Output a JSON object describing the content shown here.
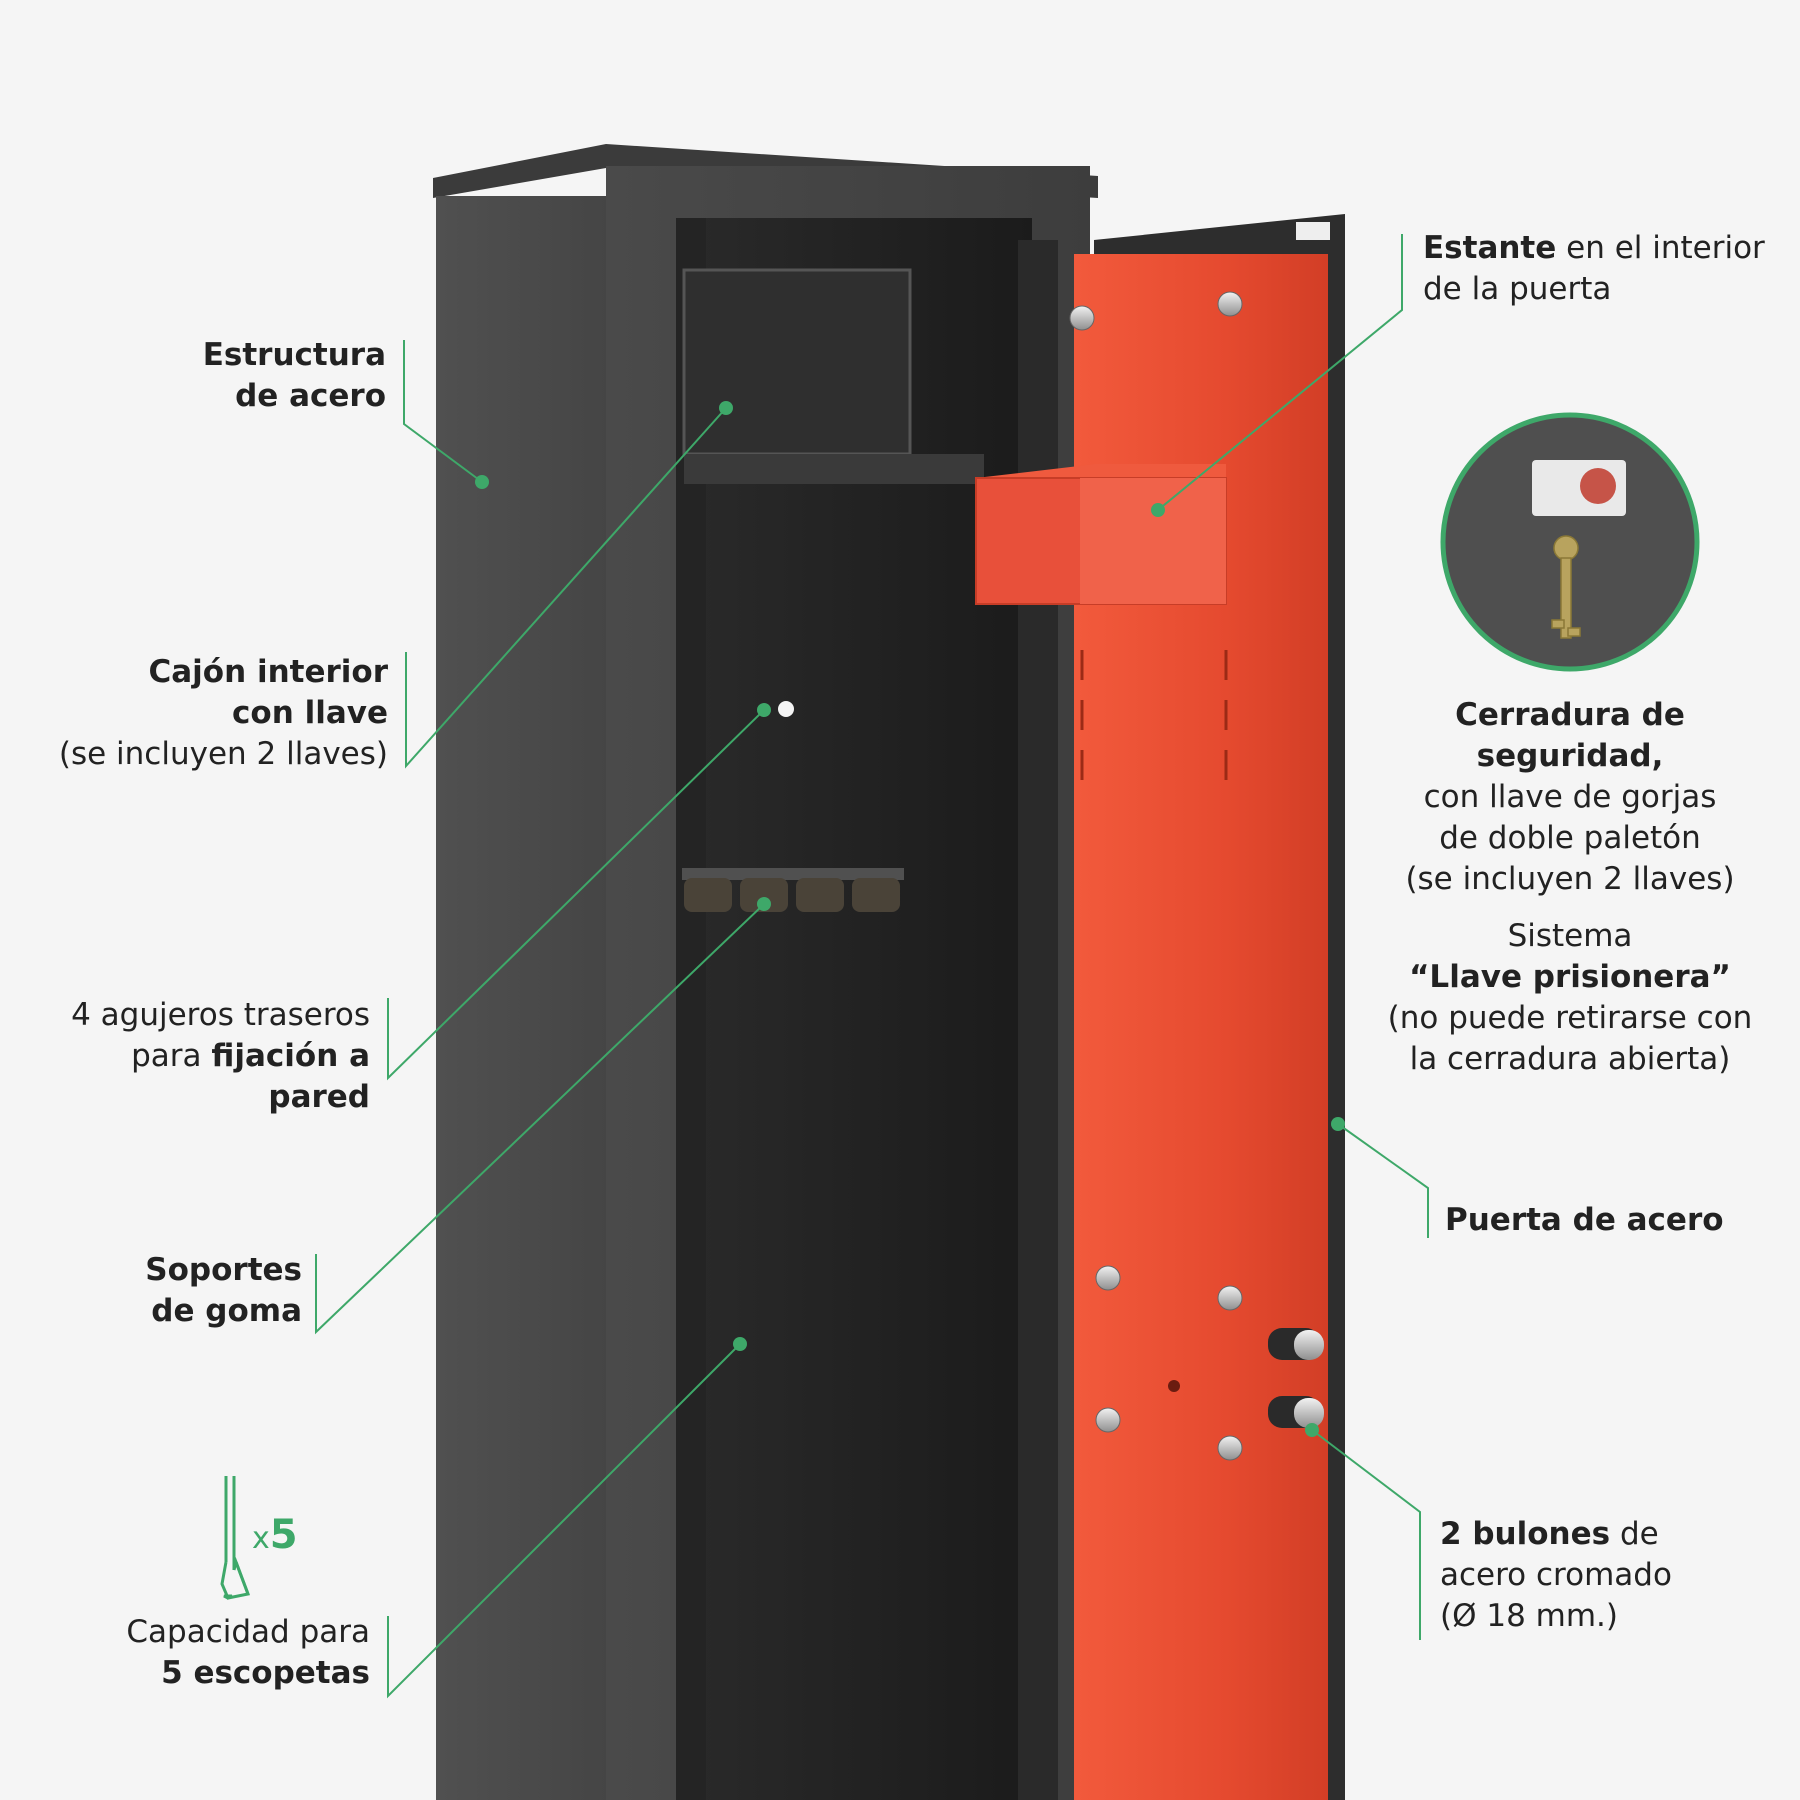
{
  "colors": {
    "accent": "#3ea869",
    "background": "#f5f5f5",
    "cabinet": "#4a4a4a",
    "door": "#e8482f"
  },
  "labels": {
    "estructura": {
      "bold1": "Estructura",
      "bold2": "de acero"
    },
    "cajon": {
      "bold1": "Cajón interior",
      "bold2": "con llave",
      "normal": "(se incluyen 2 llaves)"
    },
    "agujeros": {
      "normal1": "4 agujeros traseros",
      "normal2": "para ",
      "bold": "fijación a pared"
    },
    "soportes": {
      "bold1": "Soportes",
      "bold2": "de goma"
    },
    "capacidad": {
      "normal": "Capacidad para",
      "bold": "5 escopetas",
      "count_prefix": "x",
      "count": "5"
    },
    "estante": {
      "bold": "Estante",
      "normal1": " en el interior",
      "normal2": "de la puerta"
    },
    "cerradura": {
      "bold": "Cerradura de seguridad,",
      "line2": "con llave de gorjas",
      "line3": "de doble paletón",
      "line4": "(se incluyen 2 llaves)",
      "line5": "Sistema",
      "bold2": "“Llave prisionera”",
      "line7": "(no puede retirarse con",
      "line8": "la cerradura abierta)"
    },
    "puerta": {
      "bold": "Puerta de acero"
    },
    "bulones": {
      "bold": "2 bulones",
      "normal1": " de",
      "normal2": "acero cromado",
      "normal3": "(Ø 18 mm.)"
    }
  },
  "icons": {
    "shotgun": "shotgun-icon",
    "key_closeup": "key-lock-closeup-icon"
  }
}
